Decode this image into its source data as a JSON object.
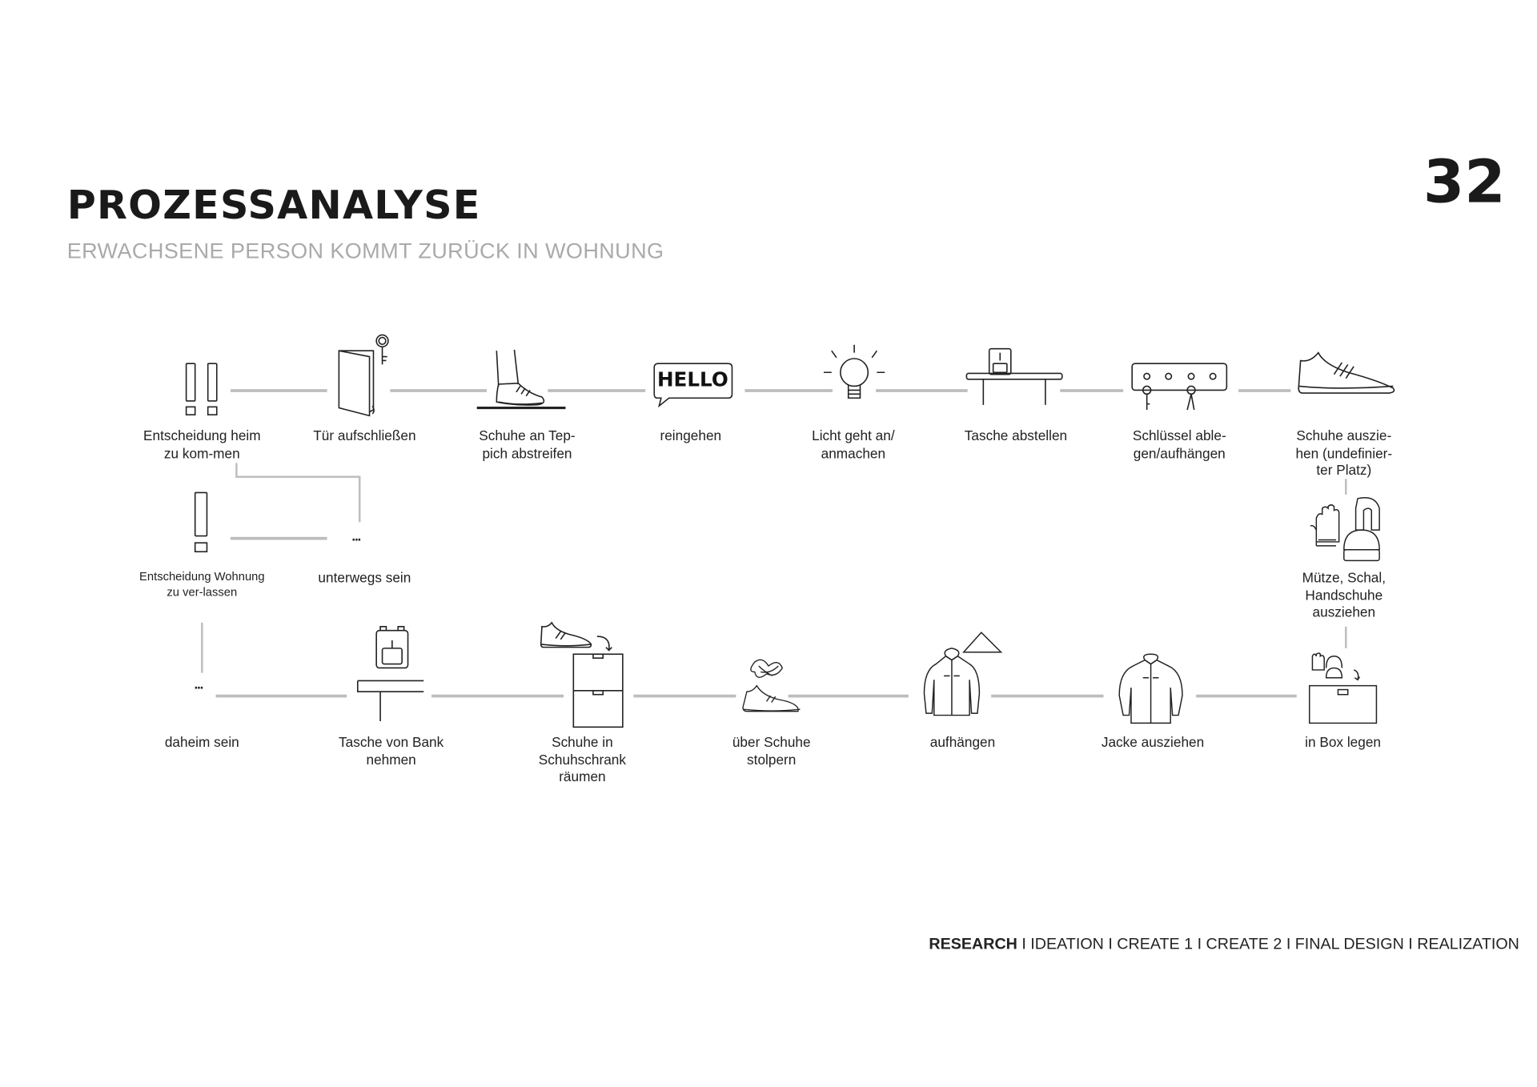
{
  "header": {
    "title": "PROZESSANALYSE",
    "subtitle": "ERWACHSENE PERSON KOMMT ZURÜCK IN WOHNUNG",
    "page_number": "32"
  },
  "steps_top": [
    {
      "label": "Entscheidung heim zu kom-men",
      "icon": "double-exclamation-icon"
    },
    {
      "label": "Tür aufschließen",
      "icon": "door-key-icon"
    },
    {
      "label": "Schuhe an Tep-pich abstreifen",
      "icon": "foot-on-mat-icon"
    },
    {
      "label": "reingehen",
      "icon": "hello-speech-bubble-icon",
      "icon_text": "HELLO"
    },
    {
      "label": "Licht geht an/ anmachen",
      "icon": "light-bulb-icon"
    },
    {
      "label": "Tasche abstellen",
      "icon": "bag-on-table-icon"
    },
    {
      "label": "Schlüssel able-gen/aufhängen",
      "icon": "key-rack-icon"
    },
    {
      "label": "Schuhe auszie-hen (undefinier-ter Platz)",
      "icon": "shoe-icon"
    }
  ],
  "steps_middle": [
    {
      "label": "Entscheidung Wohnung zu ver-lassen",
      "icon": "exclamation-icon"
    },
    {
      "label": "unterwegs sein",
      "icon": "ellipsis-icon",
      "icon_text": "..."
    },
    {
      "label": "Mütze, Schal, Handschuhe ausziehen",
      "icon": "winter-accessories-icon"
    }
  ],
  "steps_bottom": [
    {
      "label": "daheim sein",
      "icon": "ellipsis-icon",
      "icon_text": "..."
    },
    {
      "label": "Tasche von Bank nehmen",
      "icon": "bag-bench-icon"
    },
    {
      "label": "Schuhe in Schuhschrank räumen",
      "icon": "shoe-cabinet-icon"
    },
    {
      "label": "über Schuhe stolpern",
      "icon": "tripping-shoe-icon"
    },
    {
      "label": "aufhängen",
      "icon": "jacket-hanger-icon"
    },
    {
      "label": "Jacke ausziehen",
      "icon": "jacket-icon"
    },
    {
      "label": "in Box legen",
      "icon": "box-icon"
    }
  ],
  "footer": {
    "active": "RESEARCH",
    "rest": " I IDEATION I CREATE 1 I CREATE 2 I FINAL DESIGN I REALIZATION"
  }
}
